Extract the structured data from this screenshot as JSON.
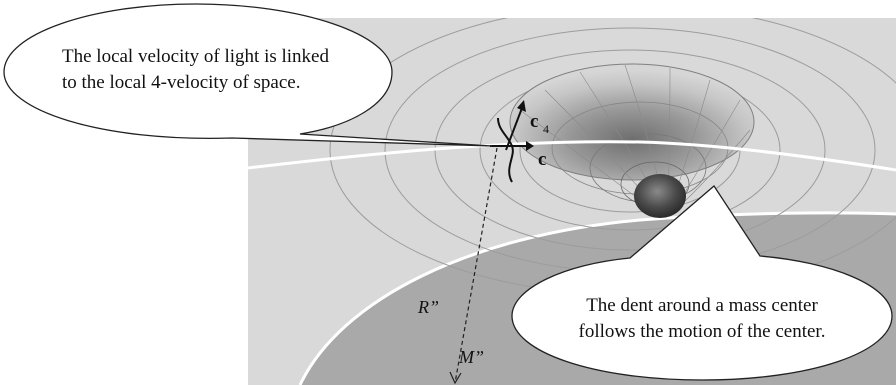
{
  "callouts": {
    "light_line1": "The local velocity of light is linked",
    "light_line2": "to the local 4-velocity of space.",
    "dent_line1": "The dent around a mass center",
    "dent_line2": "follows the motion of the center."
  },
  "vectors": {
    "c4_base": "c",
    "c4_sub": "4",
    "c_label": "c"
  },
  "labels": {
    "radius": "R”",
    "mass": "M”"
  }
}
